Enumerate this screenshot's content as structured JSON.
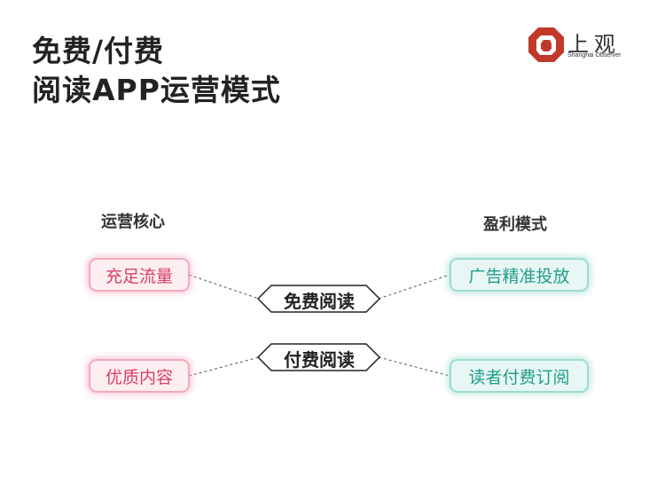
{
  "title": {
    "line1": "免费/付费",
    "line2": "阅读APP运营模式"
  },
  "logo": {
    "name": "上观",
    "subtitle": "Shanghai Observer",
    "brand_color": "#c0392b"
  },
  "columns": {
    "left_heading": "运营核心",
    "right_heading": "盈利模式"
  },
  "left_items": [
    "充足流量",
    "优质内容"
  ],
  "center_items": [
    "免费阅读",
    "付费阅读"
  ],
  "right_items": [
    "广告精准投放",
    "读者付费订阅"
  ],
  "colors": {
    "left_accent": "#d8406a",
    "right_accent": "#1f9d8a"
  }
}
